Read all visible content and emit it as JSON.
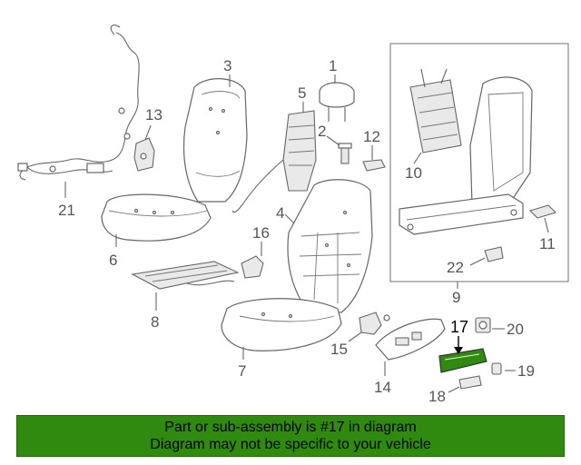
{
  "callouts": {
    "c1": "1",
    "c2": "2",
    "c3": "3",
    "c4": "4",
    "c5": "5",
    "c6": "6",
    "c7": "7",
    "c8": "8",
    "c9": "9",
    "c10": "10",
    "c11": "11",
    "c12": "12",
    "c13": "13",
    "c14": "14",
    "c15": "15",
    "c16": "16",
    "c17": "17",
    "c18": "18",
    "c19": "19",
    "c20": "20",
    "c21": "21",
    "c22": "22"
  },
  "highlighted_part": "17",
  "colors": {
    "banner": "#2f8a0f",
    "highlight": "#2f8a0f",
    "line": "#666666"
  },
  "banner": {
    "line1": "Part or sub-assembly is #17 in diagram",
    "line2": "Diagram may not be specific to your vehicle"
  }
}
